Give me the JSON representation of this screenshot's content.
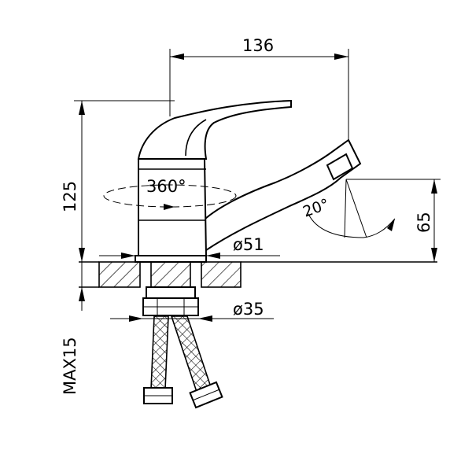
{
  "dimensions": {
    "width_total": "136",
    "height_total": "125",
    "spout_height": "65",
    "base_diameter": "ø51",
    "thread_diameter": "ø35",
    "max_thickness": "MAX15"
  },
  "angles": {
    "rotation": "360°",
    "tilt": "20°"
  }
}
